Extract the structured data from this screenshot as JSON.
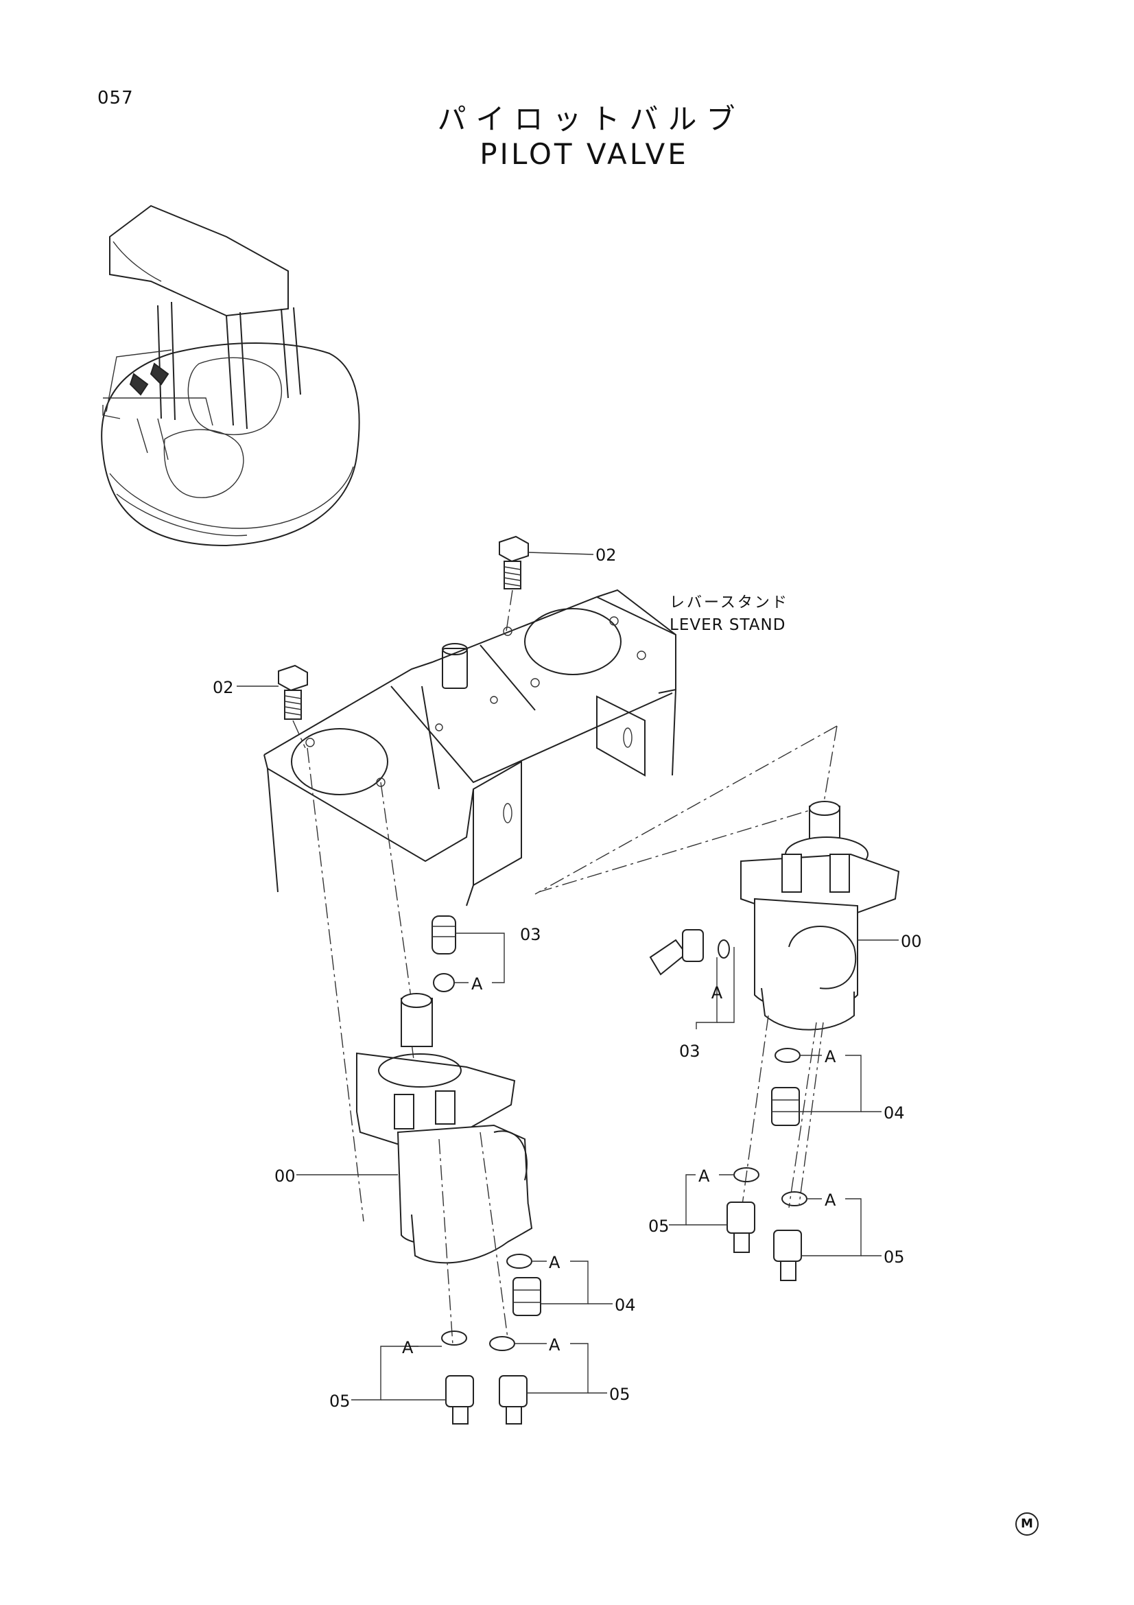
{
  "page": {
    "number": "057",
    "mark": "M"
  },
  "title": {
    "japanese": "パイロットバルブ",
    "english": "PILOT VALVE"
  },
  "stand_label": {
    "japanese": "レバースタンド",
    "english": "LEVER STAND"
  },
  "callouts": {
    "c02_top": "02",
    "c02_left": "02",
    "c03_left": "03",
    "a_03_left": "A",
    "c00_left": "00",
    "a_04_left": "A",
    "c04_left": "04",
    "a_05_left_a": "A",
    "a_05_left_b": "A",
    "c05_left_a": "05",
    "c05_left_b": "05",
    "c00_right": "00",
    "a_03_right": "A",
    "c03_right": "03",
    "a_04_right": "A",
    "c04_right": "04",
    "a_05_right_a": "A",
    "a_05_right_b": "A",
    "c05_right_a": "05",
    "c05_right_b": "05"
  }
}
